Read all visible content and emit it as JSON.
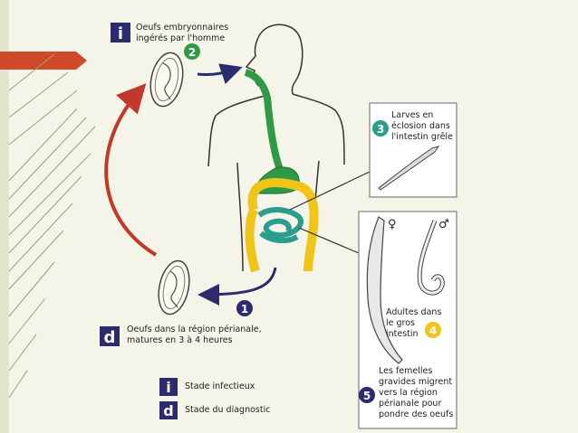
{
  "colors": {
    "background": "#f4f5e8",
    "accent_bar": "#cf4a2a",
    "green": "#2e9a46",
    "teal": "#2a9d8f",
    "yellow": "#f0c419",
    "arrow_blue": "#2b2b6e",
    "arrow_red": "#c0392b"
  },
  "icons": {
    "infective": "i",
    "diagnostic": "d"
  },
  "steps": {
    "s1": {
      "number": "1"
    },
    "s2": {
      "number": "2",
      "lines": [
        "Oeufs embryonnaires",
        "ingérés par l'homme"
      ]
    },
    "s3": {
      "number": "3",
      "lines": [
        "Larves en",
        "éclosion dans",
        "l'intestin grêle"
      ]
    },
    "s4": {
      "number": "4",
      "lines": [
        "Adultes dans",
        "le gros",
        "intestin"
      ],
      "female_symbol": "♀",
      "male_symbol": "♂"
    },
    "s5": {
      "number": "5",
      "lines": [
        "Les femelles",
        "gravides migrent",
        "vers la région",
        "périanale pour",
        "pondre des oeufs"
      ]
    },
    "s1_label": {
      "lines": [
        "Oeufs dans la région périanale,",
        "matures en 3 à 4 heures"
      ]
    }
  },
  "legend": {
    "infective": "Stade infectieux",
    "diagnostic": "Stade du diagnostic"
  }
}
